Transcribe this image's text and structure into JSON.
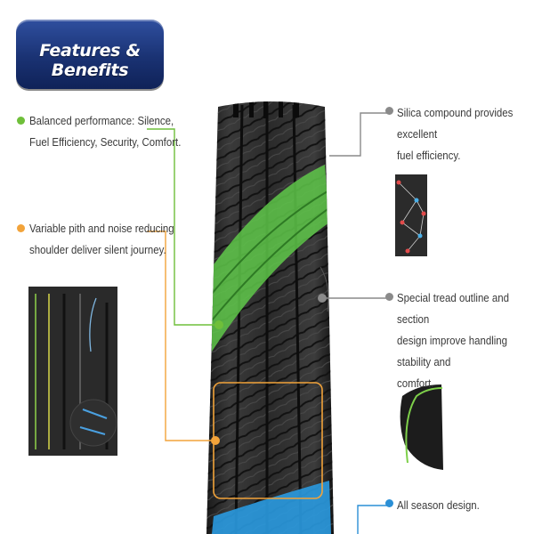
{
  "header": {
    "title": "Features & Benefits"
  },
  "features": [
    {
      "id": "balanced",
      "text_lines": [
        "Balanced performance: Silence,",
        "Fuel Efficiency, Security, Comfort."
      ],
      "color": "#6fbf3a"
    },
    {
      "id": "pitch",
      "text_lines": [
        "Variable pith and noise reducing",
        "shoulder deliver silent journey."
      ],
      "color": "#f2a33a"
    },
    {
      "id": "silica",
      "text_lines": [
        "Silica compound provides excellent",
        "fuel efficiency."
      ],
      "color": "#8a8a8a"
    },
    {
      "id": "tread",
      "text_lines": [
        "Special tread outline and section",
        "design improve handling stability and",
        "comfort."
      ],
      "color": "#8a8a8a"
    },
    {
      "id": "season",
      "text_lines": [
        "All season design."
      ],
      "color": "#2a8fd6"
    }
  ]
}
